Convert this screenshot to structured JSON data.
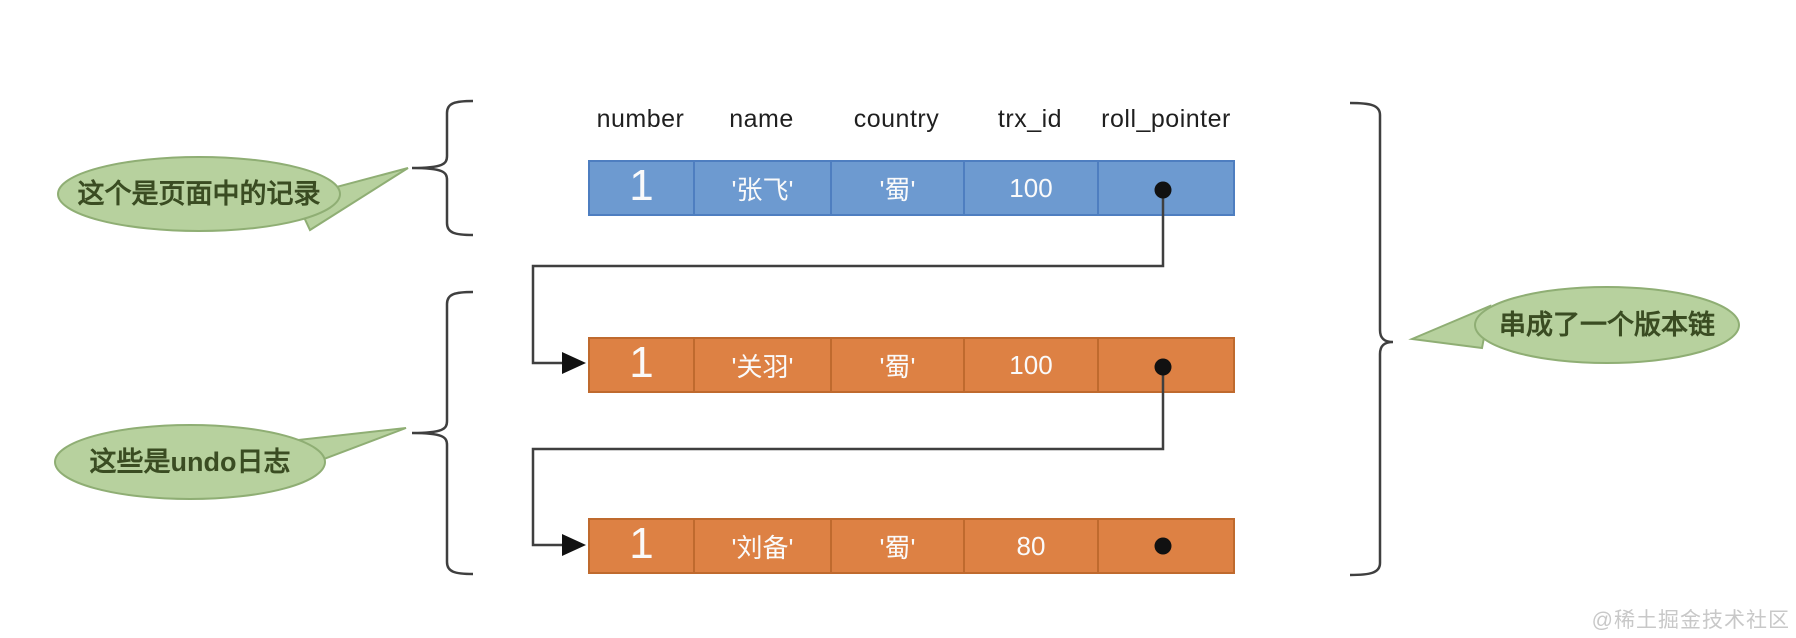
{
  "diagram": {
    "title_context": "MVCC version chain (page record + undo logs)",
    "columns": [
      "number",
      "name",
      "country",
      "trx_id",
      "roll_pointer"
    ],
    "rows": [
      {
        "type": "page-record",
        "cells": [
          "1",
          "'张飞'",
          "'蜀'",
          "100"
        ],
        "roll_pointer": "dot"
      },
      {
        "type": "undo-log",
        "cells": [
          "1",
          "'关羽'",
          "'蜀'",
          "100"
        ],
        "roll_pointer": "dot"
      },
      {
        "type": "undo-log",
        "cells": [
          "1",
          "'刘备'",
          "'蜀'",
          "80"
        ],
        "roll_pointer": "dot"
      }
    ],
    "annotations": {
      "page_record": "这个是页面中的记录",
      "undo_logs": "这些是undo日志",
      "version_chain": "串成了一个版本链"
    },
    "icons": {
      "roll_pointer_dot": "filled-circle",
      "connector_arrow": "right-arrowhead",
      "grouping": "curly-brace"
    },
    "colors": {
      "page_record_fill": "#6d9ad0",
      "page_record_border": "#4e7ec0",
      "undo_fill": "#dd8144",
      "undo_border": "#bf6a2e",
      "bubble_fill": "#b7d19e",
      "bubble_border": "#8fae74",
      "bubble_text": "#3a4c22",
      "line": "#3f3f3f",
      "watermark": "#c8c8c8"
    },
    "watermark": "@稀土掘金技术社区"
  }
}
